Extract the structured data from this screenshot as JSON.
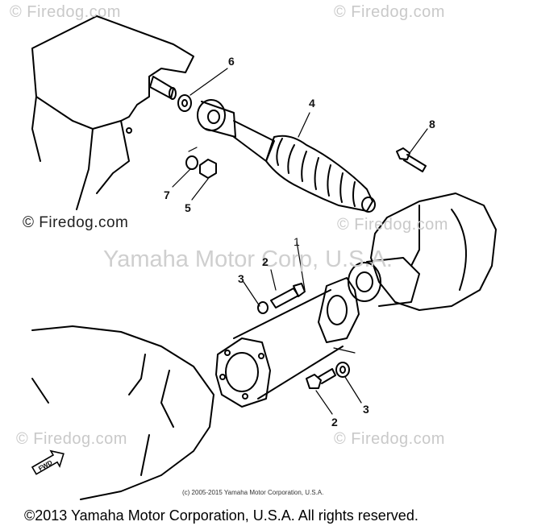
{
  "watermarks": {
    "top_left": "© Firedog.com",
    "top_right": "© Firedog.com",
    "mid_left": "© Firedog.com",
    "mid_right": "© Firedog.com",
    "bottom_left": "© Firedog.com",
    "bottom_right": "© Firedog.com",
    "center": "Yamaha Motor Corp, U.S.A."
  },
  "callouts": {
    "c1": "1",
    "c2a": "2",
    "c2b": "2",
    "c3a": "3",
    "c3b": "3",
    "c4": "4",
    "c5": "5",
    "c6": "6",
    "c7": "7",
    "c8": "8"
  },
  "fwd_label": "FWD",
  "small_copyright": "(c) 2005-2015 Yamaha Motor Corporation, U.S.A.",
  "copyright": "©2013 Yamaha Motor Corporation, U.S.A. All rights reserved."
}
